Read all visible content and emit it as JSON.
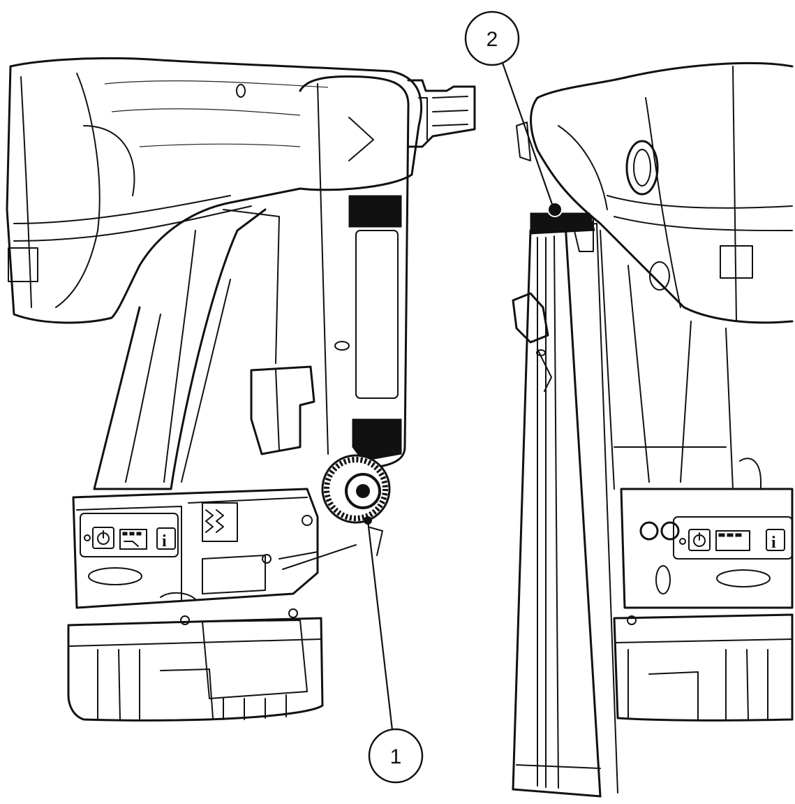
{
  "callouts": [
    {
      "id": "1",
      "label": "1"
    },
    {
      "id": "2",
      "label": "2"
    }
  ],
  "colors": {
    "line": "#111111",
    "background": "#ffffff"
  },
  "icons": [
    "power-icon",
    "level-indicator-icon",
    "info-icon"
  ]
}
